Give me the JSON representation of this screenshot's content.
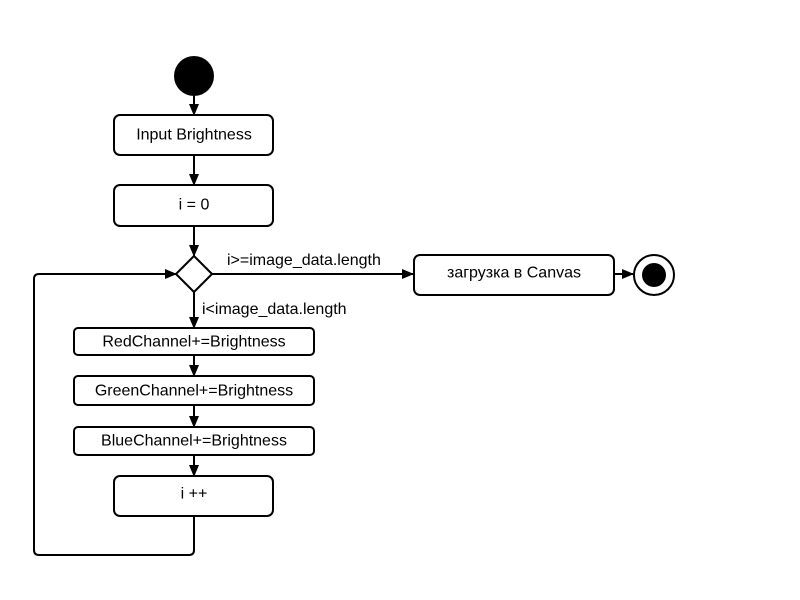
{
  "diagram": {
    "nodes": {
      "input_brightness": {
        "label": "Input Brightness"
      },
      "init_i": {
        "label": "i = 0"
      },
      "red_channel": {
        "label": "RedChannel+=Brightness"
      },
      "green_channel": {
        "label": "GreenChannel+=Brightness"
      },
      "blue_channel": {
        "label": "BlueChannel+=Brightness"
      },
      "increment_i": {
        "label": "i ++"
      },
      "load_canvas": {
        "label": "загрузка в Canvas"
      }
    },
    "edges": {
      "exit_condition": "i>=image_data.length",
      "loop_condition": "i<image_data.length"
    }
  }
}
